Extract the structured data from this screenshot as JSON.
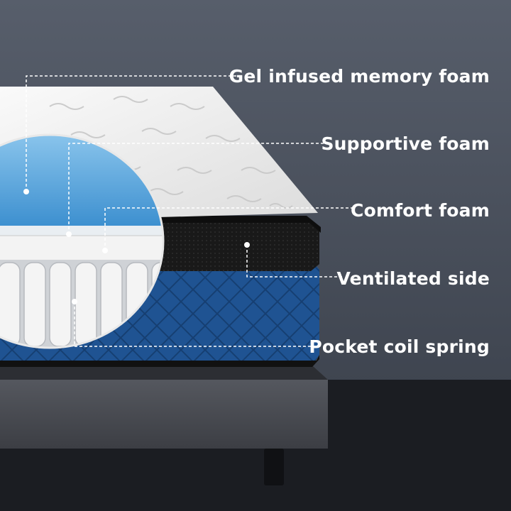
{
  "callouts": [
    {
      "label": "Gel infused memory foam"
    },
    {
      "label": "Supportive foam"
    },
    {
      "label": "Comfort foam"
    },
    {
      "label": "Ventilated side"
    },
    {
      "label": "Pocket coil spring"
    }
  ],
  "colors": {
    "background": "#4b5260",
    "floor": "#1b1d22",
    "quilt_top": "#f1f1f1",
    "gel_foam": "#5aa9dd",
    "border_black": "#1a1a1a",
    "side_blue": "#1e4f8a",
    "base_gray": "#4a4c52",
    "callout_line": "#ffffff"
  },
  "icons": {
    "callout_marker": "white-dot",
    "quilt_pattern": "stitched-wave"
  }
}
